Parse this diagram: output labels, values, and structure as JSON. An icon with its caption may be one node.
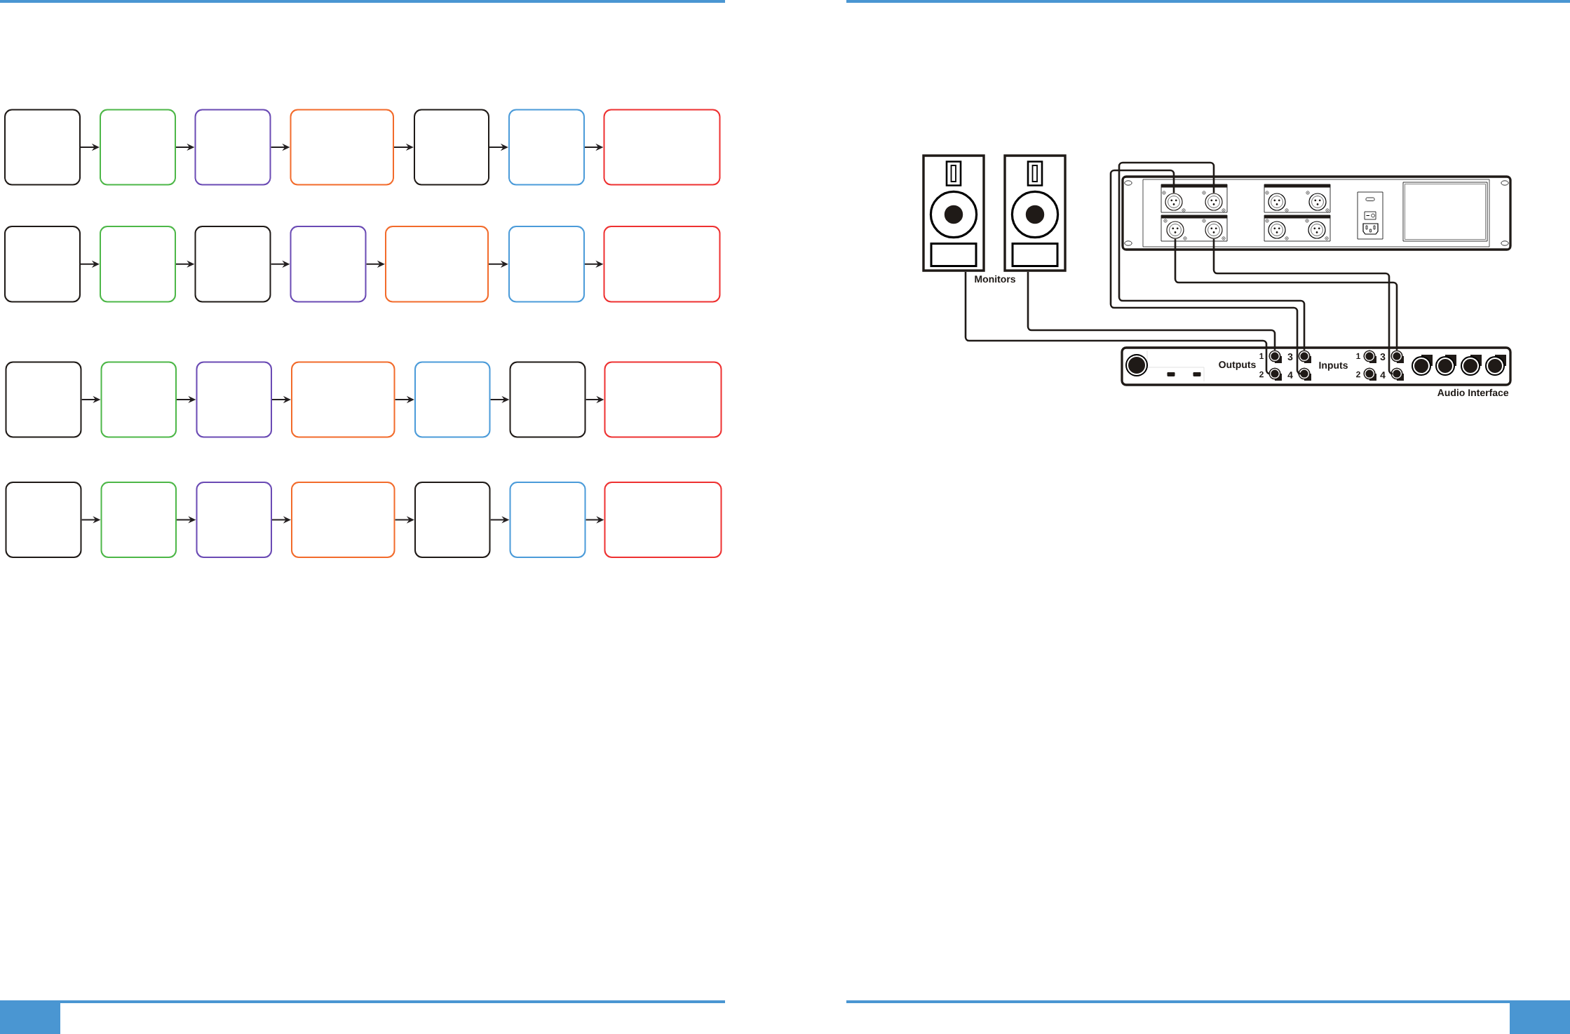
{
  "diagram": {
    "nodes": [
      {
        "text": [],
        "shape": "box"
      },
      {
        "text": [],
        "shape": "box"
      },
      {
        "text": [],
        "shape": "box"
      },
      {
        "text": [],
        "shape": "box"
      },
      {
        "text": [],
        "shape": "box"
      },
      {
        "text": [],
        "shape": "box"
      },
      {
        "text": [],
        "shape": "box"
      },
      {
        "text": [],
        "shape": "box"
      },
      {
        "text": [],
        "shape": "box"
      },
      {
        "text": [],
        "shape": "box"
      },
      {
        "text": [],
        "shape": "box"
      },
      {
        "text": [],
        "shape": "box"
      },
      {
        "text": [],
        "shape": "box"
      },
      {
        "text": [],
        "shape": "box"
      },
      {
        "text": [],
        "shape": "box"
      },
      {
        "text": [],
        "shape": "box"
      },
      {
        "text": [],
        "shape": "box"
      },
      {
        "text": [],
        "shape": "box"
      },
      {
        "text": [],
        "shape": "box"
      },
      {
        "text": [],
        "shape": "box"
      },
      {
        "text": [],
        "shape": "box"
      },
      {
        "text": [],
        "shape": "box"
      },
      {
        "text": [],
        "shape": "box"
      },
      {
        "text": [],
        "shape": "box"
      },
      {
        "text": [],
        "shape": "box"
      },
      {
        "text": [],
        "shape": "box"
      },
      {
        "text": [],
        "shape": "box"
      },
      {
        "text": [],
        "shape": "box"
      },
      {
        "text": [],
        "shape": "picture"
      },
      {
        "text": [],
        "shape": "picture"
      },
      {
        "text": [],
        "shape": "picture"
      },
      {
        "text": [],
        "shape": "circle",
        "in": 30
      },
      {
        "text": [],
        "shape": "circle",
        "in": 30
      },
      {
        "text": [],
        "shape": "circle",
        "in": 30
      },
      {
        "text": [],
        "shape": "circle",
        "in": 30
      },
      {
        "text": [
          "Outputs",
          "Inputs",
          "Audio Interface"
        ]
      },
      {
        "text": [],
        "shape": "circle",
        "in": 35,
        "beside": [
          "1"
        ]
      },
      {
        "text": [],
        "shape": "circle",
        "in": 35,
        "beside": [
          "2"
        ]
      },
      {
        "text": [],
        "shape": "circle",
        "in": 35,
        "beside": [
          "3"
        ]
      },
      {
        "text": [],
        "shape": "circle",
        "in": 35,
        "beside": [
          "4"
        ]
      },
      {
        "text": [],
        "shape": "circle",
        "in": 35,
        "beside": [
          "1"
        ]
      },
      {
        "text": [],
        "shape": "circle",
        "in": 35,
        "beside": [
          "2"
        ]
      },
      {
        "text": [],
        "shape": "circle",
        "in": 35,
        "beside": [
          "3"
        ]
      },
      {
        "text": [],
        "shape": "circle",
        "in": 35,
        "beside": [
          "4"
        ]
      }
    ],
    "edges": [
      {
        "from": 0,
        "to": 1,
        "arrow": "to"
      },
      {
        "from": 1,
        "to": 2,
        "arrow": "to"
      },
      {
        "from": 2,
        "to": 3,
        "arrow": "to"
      },
      {
        "from": 3,
        "to": 4,
        "arrow": "to"
      },
      {
        "from": 4,
        "to": 5,
        "arrow": "to"
      },
      {
        "from": 5,
        "to": 6,
        "arrow": "to"
      },
      {
        "from": 7,
        "to": 8,
        "arrow": "to"
      },
      {
        "from": 8,
        "to": 9,
        "arrow": "to"
      },
      {
        "from": 9,
        "to": 10,
        "arrow": "to"
      },
      {
        "from": 10,
        "to": 11,
        "arrow": "to"
      },
      {
        "from": 11,
        "to": 12,
        "arrow": "to"
      },
      {
        "from": 12,
        "to": 13,
        "arrow": "to"
      },
      {
        "from": 14,
        "to": 15,
        "arrow": "to"
      },
      {
        "from": 15,
        "to": 16,
        "arrow": "to"
      },
      {
        "from": 16,
        "to": 17,
        "arrow": "to"
      },
      {
        "from": 17,
        "to": 18,
        "arrow": "to"
      },
      {
        "from": 18,
        "to": 19,
        "arrow": "to"
      },
      {
        "from": 19,
        "to": 20,
        "arrow": "to"
      },
      {
        "from": 21,
        "to": 22,
        "arrow": "to"
      },
      {
        "from": 22,
        "to": 23,
        "arrow": "to"
      },
      {
        "from": 23,
        "to": 24,
        "arrow": "to"
      },
      {
        "from": 24,
        "to": 25,
        "arrow": "to"
      },
      {
        "from": 25,
        "to": 26,
        "arrow": "to"
      },
      {
        "from": 26,
        "to": 27,
        "arrow": "to"
      },
      {
        "from": 28,
        "to": 37,
        "arrow": "none"
      },
      {
        "from": 29,
        "to": 36,
        "arrow": "none"
      },
      {
        "from": 31,
        "to": 39,
        "arrow": "none"
      },
      {
        "from": 32,
        "to": 38,
        "arrow": "none"
      },
      {
        "from": 33,
        "to": 42,
        "arrow": "none"
      },
      {
        "from": 34,
        "to": 43,
        "arrow": "none"
      }
    ],
    "labels": [
      "Monitors"
    ]
  }
}
